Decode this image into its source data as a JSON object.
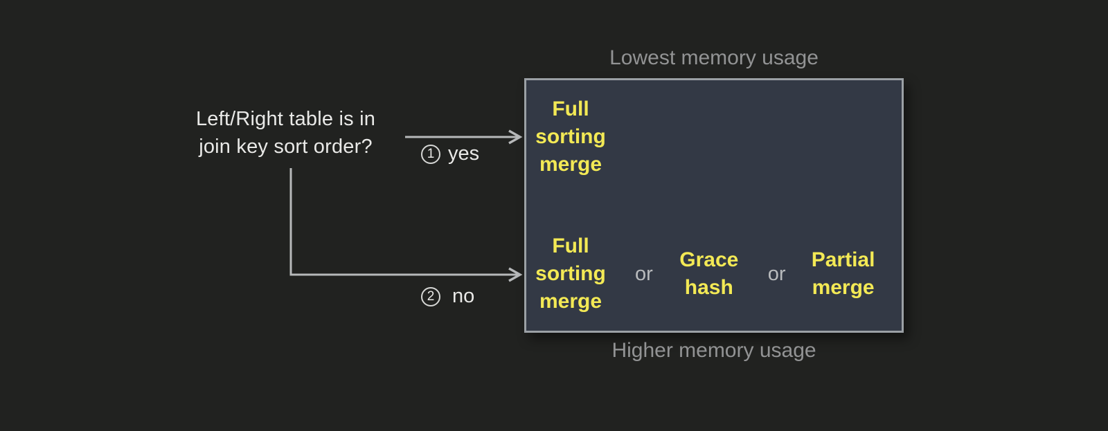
{
  "colors": {
    "bg": "#212220",
    "box_fill": "#333945",
    "box_border": "#9ba0a5",
    "yellow": "#f3e955",
    "line": "#b7b9ba",
    "caption": "#929394",
    "text": "#e9e9e7",
    "or_gray": "#b9bbbd",
    "circle_border": "#d6d7d5"
  },
  "question": {
    "text": "Left/Right table is in\njoin key sort order?"
  },
  "branches": [
    {
      "number": "1",
      "label": "yes"
    },
    {
      "number": "2",
      "label": "no"
    }
  ],
  "captions": {
    "top": "Lowest memory usage",
    "bottom": "Higher memory usage"
  },
  "box": {
    "row1": {
      "items": [
        "Full\nsorting\nmerge"
      ]
    },
    "row2": {
      "items": [
        "Full\nsorting\nmerge",
        "or",
        "Grace\nhash",
        "or",
        "Partial\nmerge"
      ]
    }
  }
}
